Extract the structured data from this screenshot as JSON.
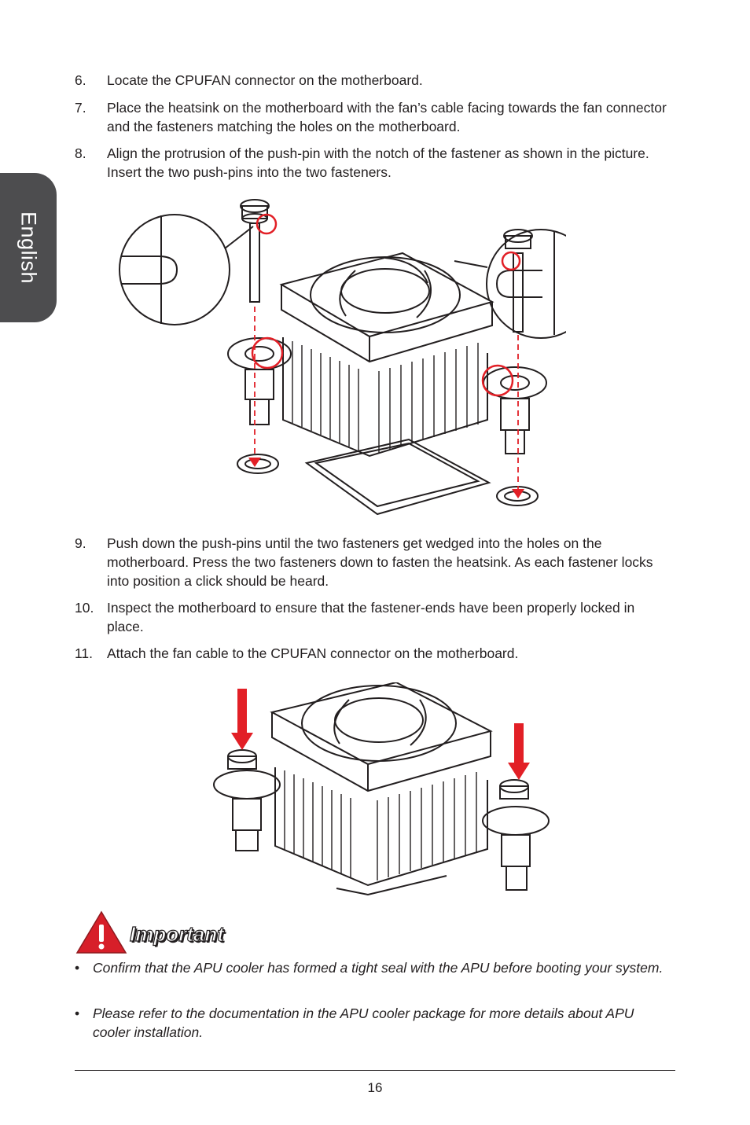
{
  "sidebar": {
    "language_tab": "English"
  },
  "steps_part1": [
    {
      "number": "6.",
      "text": "Locate the CPUFAN connector on the motherboard."
    },
    {
      "number": "7.",
      "text": "Place the heatsink on the motherboard with the fan’s cable facing towards the fan connector and the fasteners matching the holes on the motherboard."
    },
    {
      "number": "8.",
      "text": "Align the protrusion of the push-pin with the notch of the fastener as shown in the picture. Insert the two push-pins into the two fasteners."
    }
  ],
  "steps_part2": [
    {
      "number": "9.",
      "text": "Push down the push-pins until the two fasteners get wedged into the holes on the motherboard. Press the two fasteners down to fasten the heatsink. As each fastener locks into position a click should be heard."
    },
    {
      "number": "10.",
      "text": "Inspect the motherboard to ensure that the fastener-ends have been properly locked in place."
    },
    {
      "number": "11.",
      "text": "Attach the fan cable to the CPUFAN connector on the motherboard."
    }
  ],
  "important": {
    "heading": "Important",
    "icon": "warning-triangle-icon",
    "notes": [
      "Confirm that the APU cooler has formed a tight seal with the APU before booting your system.",
      "Please refer to the documentation in the APU cooler package for more details about APU cooler installation."
    ]
  },
  "footer": {
    "page_number": "16"
  },
  "colors": {
    "accent_red": "#e21f26",
    "tab_gray": "#4d4d4f",
    "text": "#231f20"
  }
}
